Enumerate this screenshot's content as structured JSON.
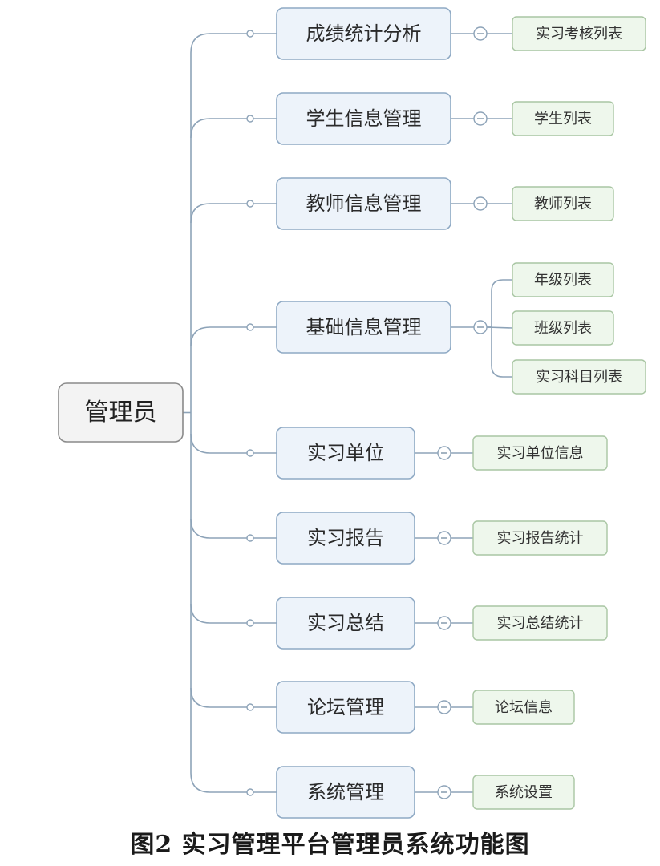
{
  "root": {
    "label": "管理员"
  },
  "branches": [
    {
      "label": "成绩统计分析",
      "children": [
        "实习考核列表"
      ]
    },
    {
      "label": "学生信息管理",
      "children": [
        "学生列表"
      ]
    },
    {
      "label": "教师信息管理",
      "children": [
        "教师列表"
      ]
    },
    {
      "label": "基础信息管理",
      "children": [
        "年级列表",
        "班级列表",
        "实习科目列表"
      ]
    },
    {
      "label": "实习单位",
      "children": [
        "实习单位信息"
      ]
    },
    {
      "label": "实习报告",
      "children": [
        "实习报告统计"
      ]
    },
    {
      "label": "实习总结",
      "children": [
        "实习总结统计"
      ]
    },
    {
      "label": "论坛管理",
      "children": [
        "论坛信息"
      ]
    },
    {
      "label": "系统管理",
      "children": [
        "系统设置"
      ]
    }
  ],
  "caption": "图2  实习管理平台管理员系统功能图"
}
